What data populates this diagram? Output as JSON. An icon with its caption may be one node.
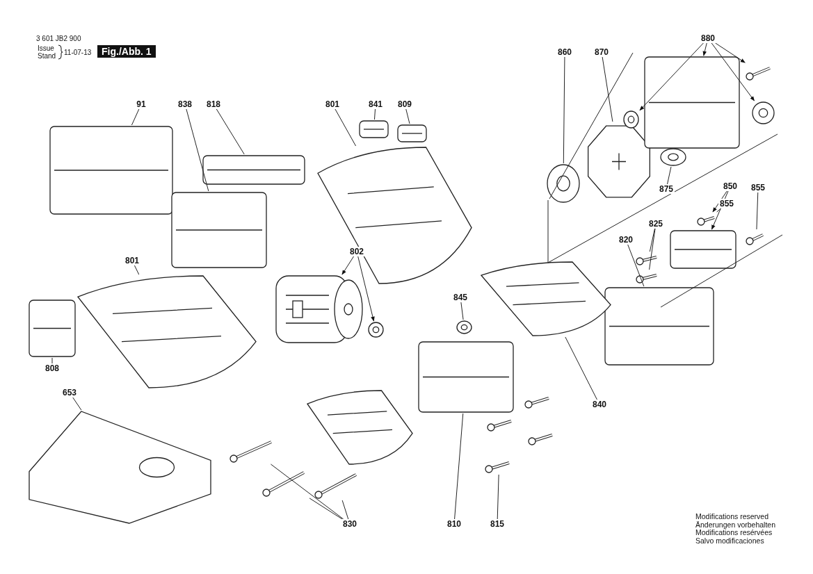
{
  "diagram": {
    "nodes": [
      {
        "text": [
          "91"
        ]
      },
      {
        "text": [],
        "shape": "picture"
      },
      {
        "text": [
          "838"
        ]
      },
      {
        "text": [],
        "shape": "picture"
      },
      {
        "text": [
          "818"
        ]
      },
      {
        "text": [],
        "shape": "picture"
      },
      {
        "text": [
          "801"
        ]
      },
      {
        "text": [],
        "shape": "picture"
      },
      {
        "text": [
          "841"
        ]
      },
      {
        "text": [],
        "shape": "picture"
      },
      {
        "text": [
          "809"
        ]
      },
      {
        "text": [],
        "shape": "picture"
      },
      {
        "text": [
          "860"
        ]
      },
      {
        "text": [],
        "shape": "picture"
      },
      {
        "text": [
          "870"
        ]
      },
      {
        "text": [],
        "shape": "picture"
      },
      {
        "text": [
          "880"
        ]
      },
      {
        "text": [],
        "shape": "picture"
      },
      {
        "text": [],
        "shape": "picture"
      },
      {
        "text": [],
        "shape": "picture"
      },
      {
        "text": [],
        "shape": "picture"
      },
      {
        "text": [
          "875"
        ]
      },
      {
        "text": [],
        "shape": "picture"
      },
      {
        "text": [
          "850"
        ]
      },
      {
        "text": [
          "855"
        ]
      },
      {
        "text": [],
        "shape": "picture"
      },
      {
        "text": [
          "855"
        ]
      },
      {
        "text": [],
        "shape": "picture"
      },
      {
        "text": [],
        "shape": "picture"
      },
      {
        "text": [
          "825"
        ]
      },
      {
        "text": [],
        "shape": "picture"
      },
      {
        "text": [],
        "shape": "picture"
      },
      {
        "text": [
          "820"
        ]
      },
      {
        "text": [],
        "shape": "picture"
      },
      {
        "text": [
          "801"
        ]
      },
      {
        "text": [],
        "shape": "picture"
      },
      {
        "text": [
          "808"
        ]
      },
      {
        "text": [],
        "shape": "picture"
      },
      {
        "text": [
          "802"
        ]
      },
      {
        "text": [],
        "shape": "picture"
      },
      {
        "text": [],
        "shape": "picture"
      },
      {
        "text": [
          "845"
        ]
      },
      {
        "text": [],
        "shape": "picture"
      },
      {
        "text": [
          "840"
        ]
      },
      {
        "text": [],
        "shape": "picture"
      },
      {
        "text": [
          "653"
        ]
      },
      {
        "text": [],
        "shape": "picture"
      },
      {
        "text": [
          "830"
        ]
      },
      {
        "text": [],
        "shape": "picture"
      },
      {
        "text": [],
        "shape": "picture"
      },
      {
        "text": [],
        "shape": "picture"
      },
      {
        "text": [
          "810"
        ]
      },
      {
        "text": [],
        "shape": "picture"
      },
      {
        "text": [
          "815"
        ]
      },
      {
        "text": [],
        "shape": "picture"
      },
      {
        "text": [],
        "shape": "picture"
      },
      {
        "text": [],
        "shape": "picture"
      },
      {
        "text": [],
        "shape": "picture"
      },
      {
        "text": [],
        "shape": "picture"
      }
    ],
    "edges": [
      {
        "from": 0,
        "to": 1,
        "arrow": "none"
      },
      {
        "from": 2,
        "to": 3,
        "arrow": "none"
      },
      {
        "from": 4,
        "to": 5,
        "arrow": "none"
      },
      {
        "from": 6,
        "to": 7,
        "arrow": "none"
      },
      {
        "from": 8,
        "to": 9,
        "arrow": "none"
      },
      {
        "from": 10,
        "to": 11,
        "arrow": "none"
      },
      {
        "from": 12,
        "to": 13,
        "arrow": "none"
      },
      {
        "from": 14,
        "to": 15,
        "arrow": "none"
      },
      {
        "from": 16,
        "to": 17,
        "arrow": "to"
      },
      {
        "from": 16,
        "to": 18,
        "arrow": "to"
      },
      {
        "from": 16,
        "to": 19,
        "arrow": "to"
      },
      {
        "from": 16,
        "to": 20,
        "arrow": "to"
      },
      {
        "from": 21,
        "to": 22,
        "arrow": "none"
      },
      {
        "from": 23,
        "to": 28,
        "arrow": "to"
      },
      {
        "from": 23,
        "to": 25,
        "arrow": "to"
      },
      {
        "from": 24,
        "to": 25,
        "arrow": "none"
      },
      {
        "from": 26,
        "to": 27,
        "arrow": "none"
      },
      {
        "from": 29,
        "to": 30,
        "arrow": "none"
      },
      {
        "from": 29,
        "to": 31,
        "arrow": "none"
      },
      {
        "from": 32,
        "to": 33,
        "arrow": "none"
      },
      {
        "from": 34,
        "to": 35,
        "arrow": "none"
      },
      {
        "from": 36,
        "to": 37,
        "arrow": "none"
      },
      {
        "from": 38,
        "to": 39,
        "arrow": "to"
      },
      {
        "from": 38,
        "to": 40,
        "arrow": "to"
      },
      {
        "from": 41,
        "to": 42,
        "arrow": "none"
      },
      {
        "from": 43,
        "to": 44,
        "arrow": "none"
      },
      {
        "from": 45,
        "to": 46,
        "arrow": "none"
      },
      {
        "from": 47,
        "to": 48,
        "arrow": "none"
      },
      {
        "from": 47,
        "to": 49,
        "arrow": "none"
      },
      {
        "from": 47,
        "to": 50,
        "arrow": "none"
      },
      {
        "from": 51,
        "to": 52,
        "arrow": "none"
      },
      {
        "from": 53,
        "to": 57,
        "arrow": "none"
      }
    ],
    "labels": [
      "3 601 JB2 900",
      "Issue",
      "Stand",
      "11-07-13",
      "Fig./Abb. 1",
      "Modifications reserved",
      "Änderungen vorbehalten",
      "Modifications resérvées",
      "Salvo modificaciones"
    ]
  }
}
